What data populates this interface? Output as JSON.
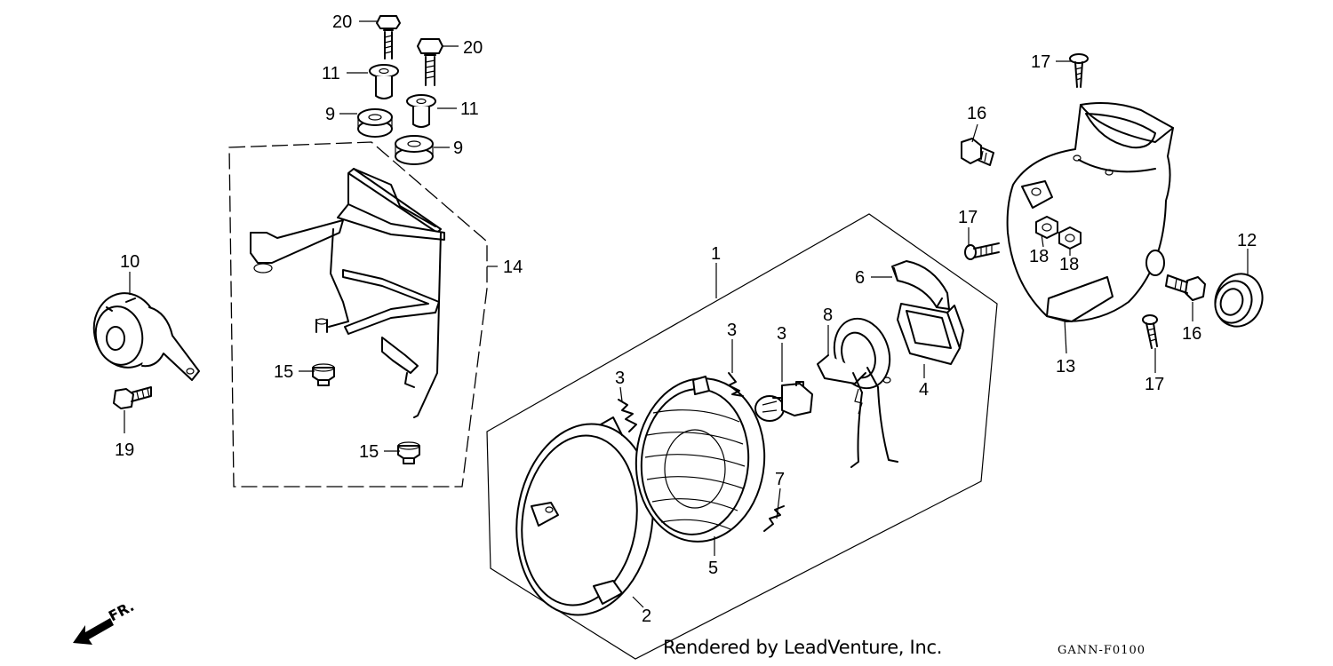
{
  "footer": {
    "credit": "Rendered by LeadVenture, Inc.",
    "code": "GANN-F0100"
  },
  "direction": {
    "label": "FR."
  },
  "callouts": [
    {
      "id": "c20a",
      "label": "20"
    },
    {
      "id": "c20b",
      "label": "20"
    },
    {
      "id": "c11a",
      "label": "11"
    },
    {
      "id": "c11b",
      "label": "11"
    },
    {
      "id": "c9a",
      "label": "9"
    },
    {
      "id": "c9b",
      "label": "9"
    },
    {
      "id": "c14",
      "label": "14"
    },
    {
      "id": "c10",
      "label": "10"
    },
    {
      "id": "c19",
      "label": "19"
    },
    {
      "id": "c15a",
      "label": "15"
    },
    {
      "id": "c15b",
      "label": "15"
    },
    {
      "id": "c1",
      "label": "1"
    },
    {
      "id": "c3a",
      "label": "3"
    },
    {
      "id": "c3b",
      "label": "3"
    },
    {
      "id": "c3c",
      "label": "3"
    },
    {
      "id": "c8",
      "label": "8"
    },
    {
      "id": "c6",
      "label": "6"
    },
    {
      "id": "c4",
      "label": "4"
    },
    {
      "id": "c7",
      "label": "7"
    },
    {
      "id": "c5",
      "label": "5"
    },
    {
      "id": "c2",
      "label": "2"
    },
    {
      "id": "c17a",
      "label": "17"
    },
    {
      "id": "c16a",
      "label": "16"
    },
    {
      "id": "c17b",
      "label": "17"
    },
    {
      "id": "c18a",
      "label": "18"
    },
    {
      "id": "c18b",
      "label": "18"
    },
    {
      "id": "c12",
      "label": "12"
    },
    {
      "id": "c16b",
      "label": "16"
    },
    {
      "id": "c13",
      "label": "13"
    },
    {
      "id": "c17c",
      "label": "17"
    }
  ]
}
